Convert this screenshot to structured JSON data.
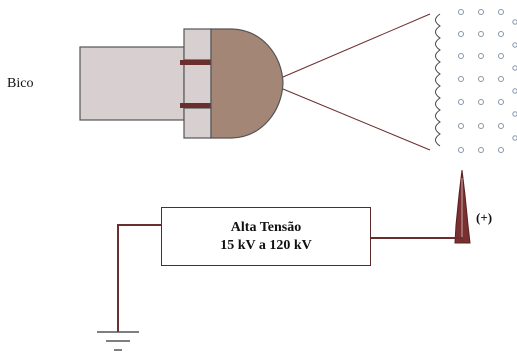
{
  "labels": {
    "nozzle": "Bico",
    "supply_line1": "Alta Tensão",
    "supply_line2": "15 kV a 120 kV",
    "polarity": "(+)"
  },
  "colors": {
    "wire": "#6b2e2e",
    "nozzle_body": "#d8d0d0",
    "nozzle_tip": "#a48676",
    "electrode": "#7a3030",
    "droplets": "#9aa8b4",
    "outline": "#555555"
  }
}
